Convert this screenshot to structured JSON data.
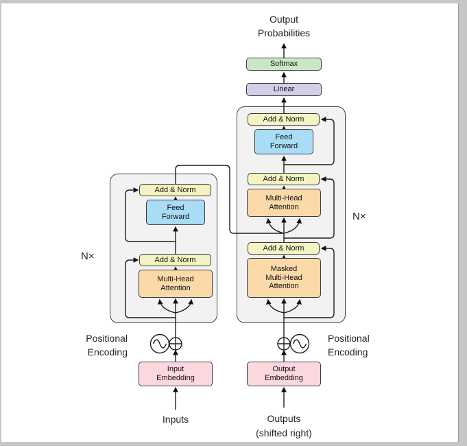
{
  "diagram": {
    "output_head": {
      "output_probabilities": "Output\nProbabilities",
      "softmax": "Softmax",
      "linear": "Linear"
    },
    "encoder": {
      "repeat_label": "N×",
      "add_norm_top": "Add & Norm",
      "feed_forward": "Feed\nForward",
      "add_norm_bottom": "Add & Norm",
      "attention": "Multi-Head\nAttention"
    },
    "decoder": {
      "repeat_label": "N×",
      "add_norm_top": "Add & Norm",
      "feed_forward": "Feed\nForward",
      "add_norm_mid": "Add & Norm",
      "attention": "Multi-Head\nAttention",
      "add_norm_bottom": "Add & Norm",
      "masked_attention": "Masked\nMulti-Head\nAttention"
    },
    "input_branch": {
      "positional_encoding": "Positional\nEncoding",
      "embedding": "Input\nEmbedding",
      "label": "Inputs"
    },
    "output_branch": {
      "positional_encoding": "Positional\nEncoding",
      "embedding": "Output\nEmbedding",
      "label": "Outputs",
      "sublabel": "(shifted right)"
    },
    "colors": {
      "add_norm": "#f4f4c2",
      "feed_forward": "#a9dcf6",
      "attention": "#fbd9a8",
      "embedding": "#fbd7de",
      "linear": "#d3cfe9",
      "softmax": "#cbe7c5",
      "block_background": "#f2f2f2"
    }
  }
}
